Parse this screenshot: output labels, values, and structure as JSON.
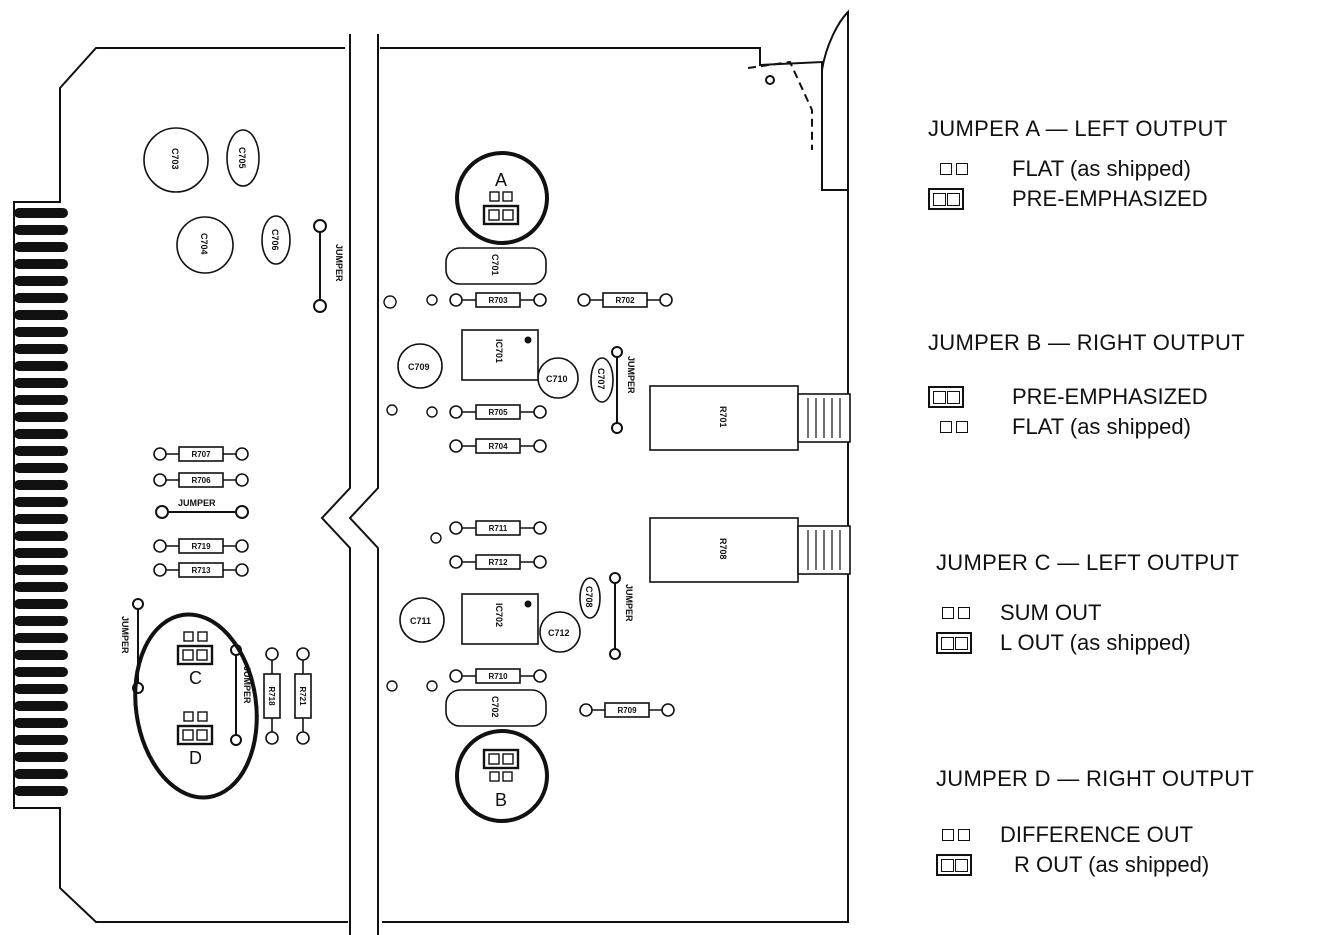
{
  "jumper_circles": {
    "a": "A",
    "b": "B",
    "c": "C",
    "d": "D"
  },
  "components": {
    "c703": "C703",
    "c705": "C705",
    "c704": "C704",
    "c706": "C706",
    "c701": "C701",
    "c702": "C702",
    "c709": "C709",
    "c710": "C710",
    "c711": "C711",
    "c712": "C712",
    "c707": "C707",
    "c708": "C708",
    "ic701": "IC701",
    "ic702": "IC702",
    "r701": "R701",
    "r708": "R708",
    "r702": "R702",
    "r703": "R703",
    "r704": "R704",
    "r705": "R705",
    "r706": "R706",
    "r707": "R707",
    "r709": "R709",
    "r710": "R710",
    "r711": "R711",
    "r712": "R712",
    "r713": "R713",
    "r718": "R718",
    "r719": "R719",
    "r721": "R721",
    "jumper": "JUMPER"
  },
  "legend": [
    {
      "title": "JUMPER A — LEFT OUTPUT",
      "options": [
        {
          "state": "open",
          "label": "FLAT (as shipped)"
        },
        {
          "state": "closed",
          "label": "PRE-EMPHASIZED"
        }
      ]
    },
    {
      "title": "JUMPER B — RIGHT OUTPUT",
      "options": [
        {
          "state": "closed",
          "label": "PRE-EMPHASIZED"
        },
        {
          "state": "open",
          "label": "FLAT (as shipped)"
        }
      ]
    },
    {
      "title": "JUMPER C — LEFT OUTPUT",
      "options": [
        {
          "state": "open",
          "label": "SUM OUT"
        },
        {
          "state": "closed",
          "label": "L OUT (as shipped)"
        }
      ]
    },
    {
      "title": "JUMPER D — RIGHT OUTPUT",
      "options": [
        {
          "state": "open",
          "label": "DIFFERENCE OUT"
        },
        {
          "state": "closed",
          "label": "R OUT (as shipped)"
        }
      ]
    }
  ]
}
